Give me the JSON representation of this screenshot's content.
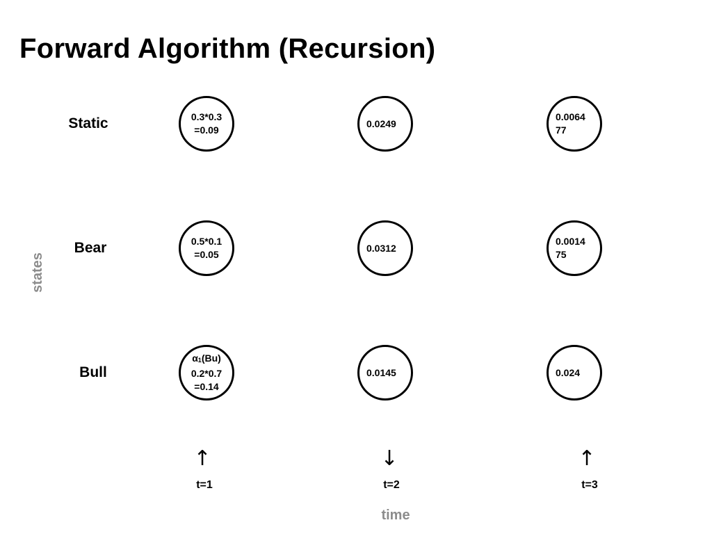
{
  "title": "Forward Algorithm (Recursion)",
  "axes": {
    "states": "states",
    "time": "time"
  },
  "rows": [
    {
      "label": "Static"
    },
    {
      "label": "Bear"
    },
    {
      "label": "Bull"
    }
  ],
  "columns": [
    {
      "arrow": "↑",
      "label": "t=1"
    },
    {
      "arrow": "↓",
      "label": "t=2"
    },
    {
      "arrow": "↑",
      "label": "t=3"
    }
  ],
  "nodes": {
    "static": {
      "t1": [
        "0.3*0.3",
        "=0.09"
      ],
      "t2": [
        "0.0249"
      ],
      "t3": [
        "0.0064",
        "77"
      ]
    },
    "bear": {
      "t1": [
        "0.5*0.1",
        "=0.05"
      ],
      "t2": [
        "0.0312"
      ],
      "t3": [
        "0.0014",
        "75"
      ]
    },
    "bull": {
      "t1_alpha": "α",
      "t1_alpha_sub": "1",
      "t1_alpha_arg": "(Bu)",
      "t1": [
        "0.2*0.7",
        "=0.14"
      ],
      "t2": [
        "0.0145"
      ],
      "t3": [
        "0.024"
      ]
    }
  }
}
